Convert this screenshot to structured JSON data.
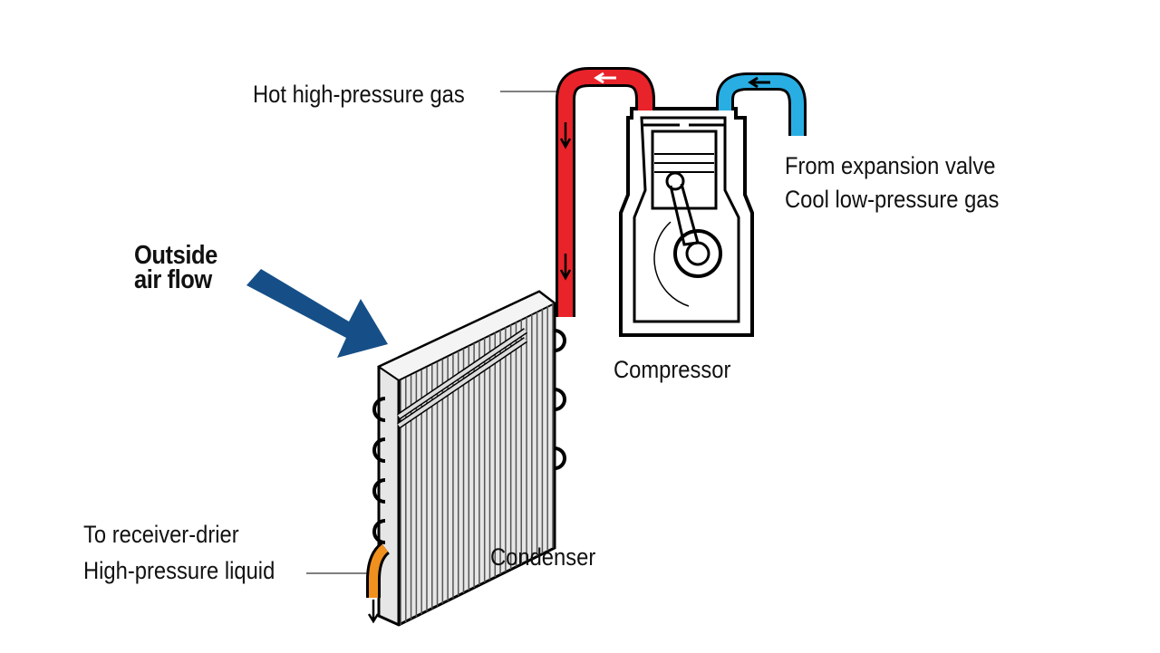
{
  "labels": {
    "hot_gas": "Hot high-pressure gas",
    "from_expansion": "From expansion valve",
    "cool_gas": "Cool low-pressure gas",
    "outside_line1": "Outside",
    "outside_line2": "air flow",
    "compressor": "Compressor",
    "condenser": "Condenser",
    "to_receiver": "To receiver-drier",
    "hp_liquid": "High-pressure liquid"
  },
  "colors": {
    "hot_gas": "#e8232a",
    "cool_gas": "#29aee3",
    "liquid": "#f0901e",
    "air_flow_arrow": "#164f87"
  }
}
